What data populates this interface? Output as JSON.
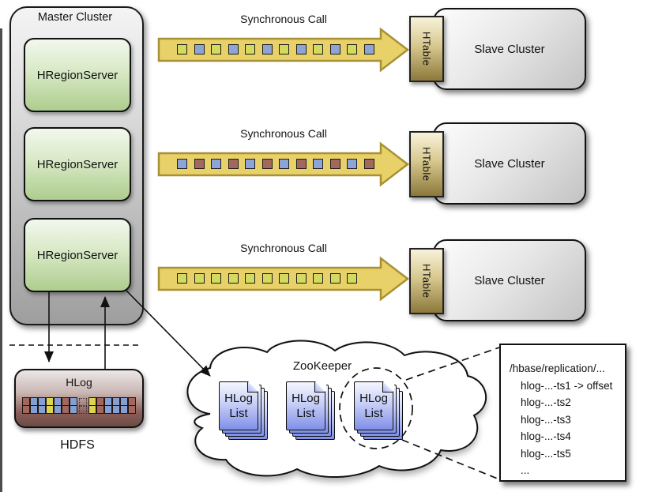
{
  "master_cluster": {
    "label": "Master Cluster",
    "servers": [
      {
        "label": "HRegionServer"
      },
      {
        "label": "HRegionServer"
      },
      {
        "label": "HRegionServer"
      }
    ]
  },
  "sync_arrows": [
    {
      "label": "Synchronous Call",
      "squares": [
        "green",
        "blue",
        "green",
        "blue",
        "green",
        "blue",
        "green",
        "blue",
        "green",
        "blue",
        "green",
        "blue"
      ]
    },
    {
      "label": "Synchronous Call",
      "squares": [
        "blue",
        "brown",
        "blue",
        "brown",
        "blue",
        "brown",
        "blue",
        "brown",
        "blue",
        "brown",
        "blue",
        "brown"
      ]
    },
    {
      "label": "Synchronous Call",
      "squares": [
        "green",
        "green",
        "green",
        "green",
        "green",
        "green",
        "green",
        "green",
        "green",
        "green",
        "green"
      ]
    }
  ],
  "slave_clusters": [
    {
      "tab_label": "HTable",
      "label": "Slave Cluster"
    },
    {
      "tab_label": "HTable",
      "label": "Slave Cluster"
    },
    {
      "tab_label": "HTable",
      "label": "Slave Cluster"
    }
  ],
  "hdfs": {
    "box_label": "HLog",
    "caption": "HDFS",
    "cell_groups": [
      [
        "brown",
        "blue",
        "blue",
        "yellow",
        "blue",
        "brown",
        "blue"
      ],
      [
        "yellow",
        "brown",
        "blue",
        "blue",
        "blue",
        "brown"
      ]
    ]
  },
  "zookeeper": {
    "label": "ZooKeeper",
    "doc_stacks": [
      {
        "lines": [
          "HLog",
          "List"
        ]
      },
      {
        "lines": [
          "HLog",
          "List"
        ]
      },
      {
        "lines": [
          "HLog",
          "List"
        ]
      }
    ]
  },
  "znode_box": {
    "lines": [
      "/hbase/replication/...",
      "hlog-...-ts1 -> offset",
      "hlog-...-ts2",
      "hlog-...-ts3",
      "hlog-...-ts4",
      "hlog-...-ts5",
      "..."
    ]
  },
  "colors": {
    "square_green": "#d3da5e",
    "square_blue": "#8ca5d6",
    "square_brown": "#a2685d",
    "cell_yellow": "#ddd44f",
    "cell_blue": "#84a0d2",
    "cell_brown": "#a2685d",
    "arrow_fill": "#e9d169",
    "arrow_border": "#a89035",
    "doc_blue": "#7f8fe8"
  }
}
